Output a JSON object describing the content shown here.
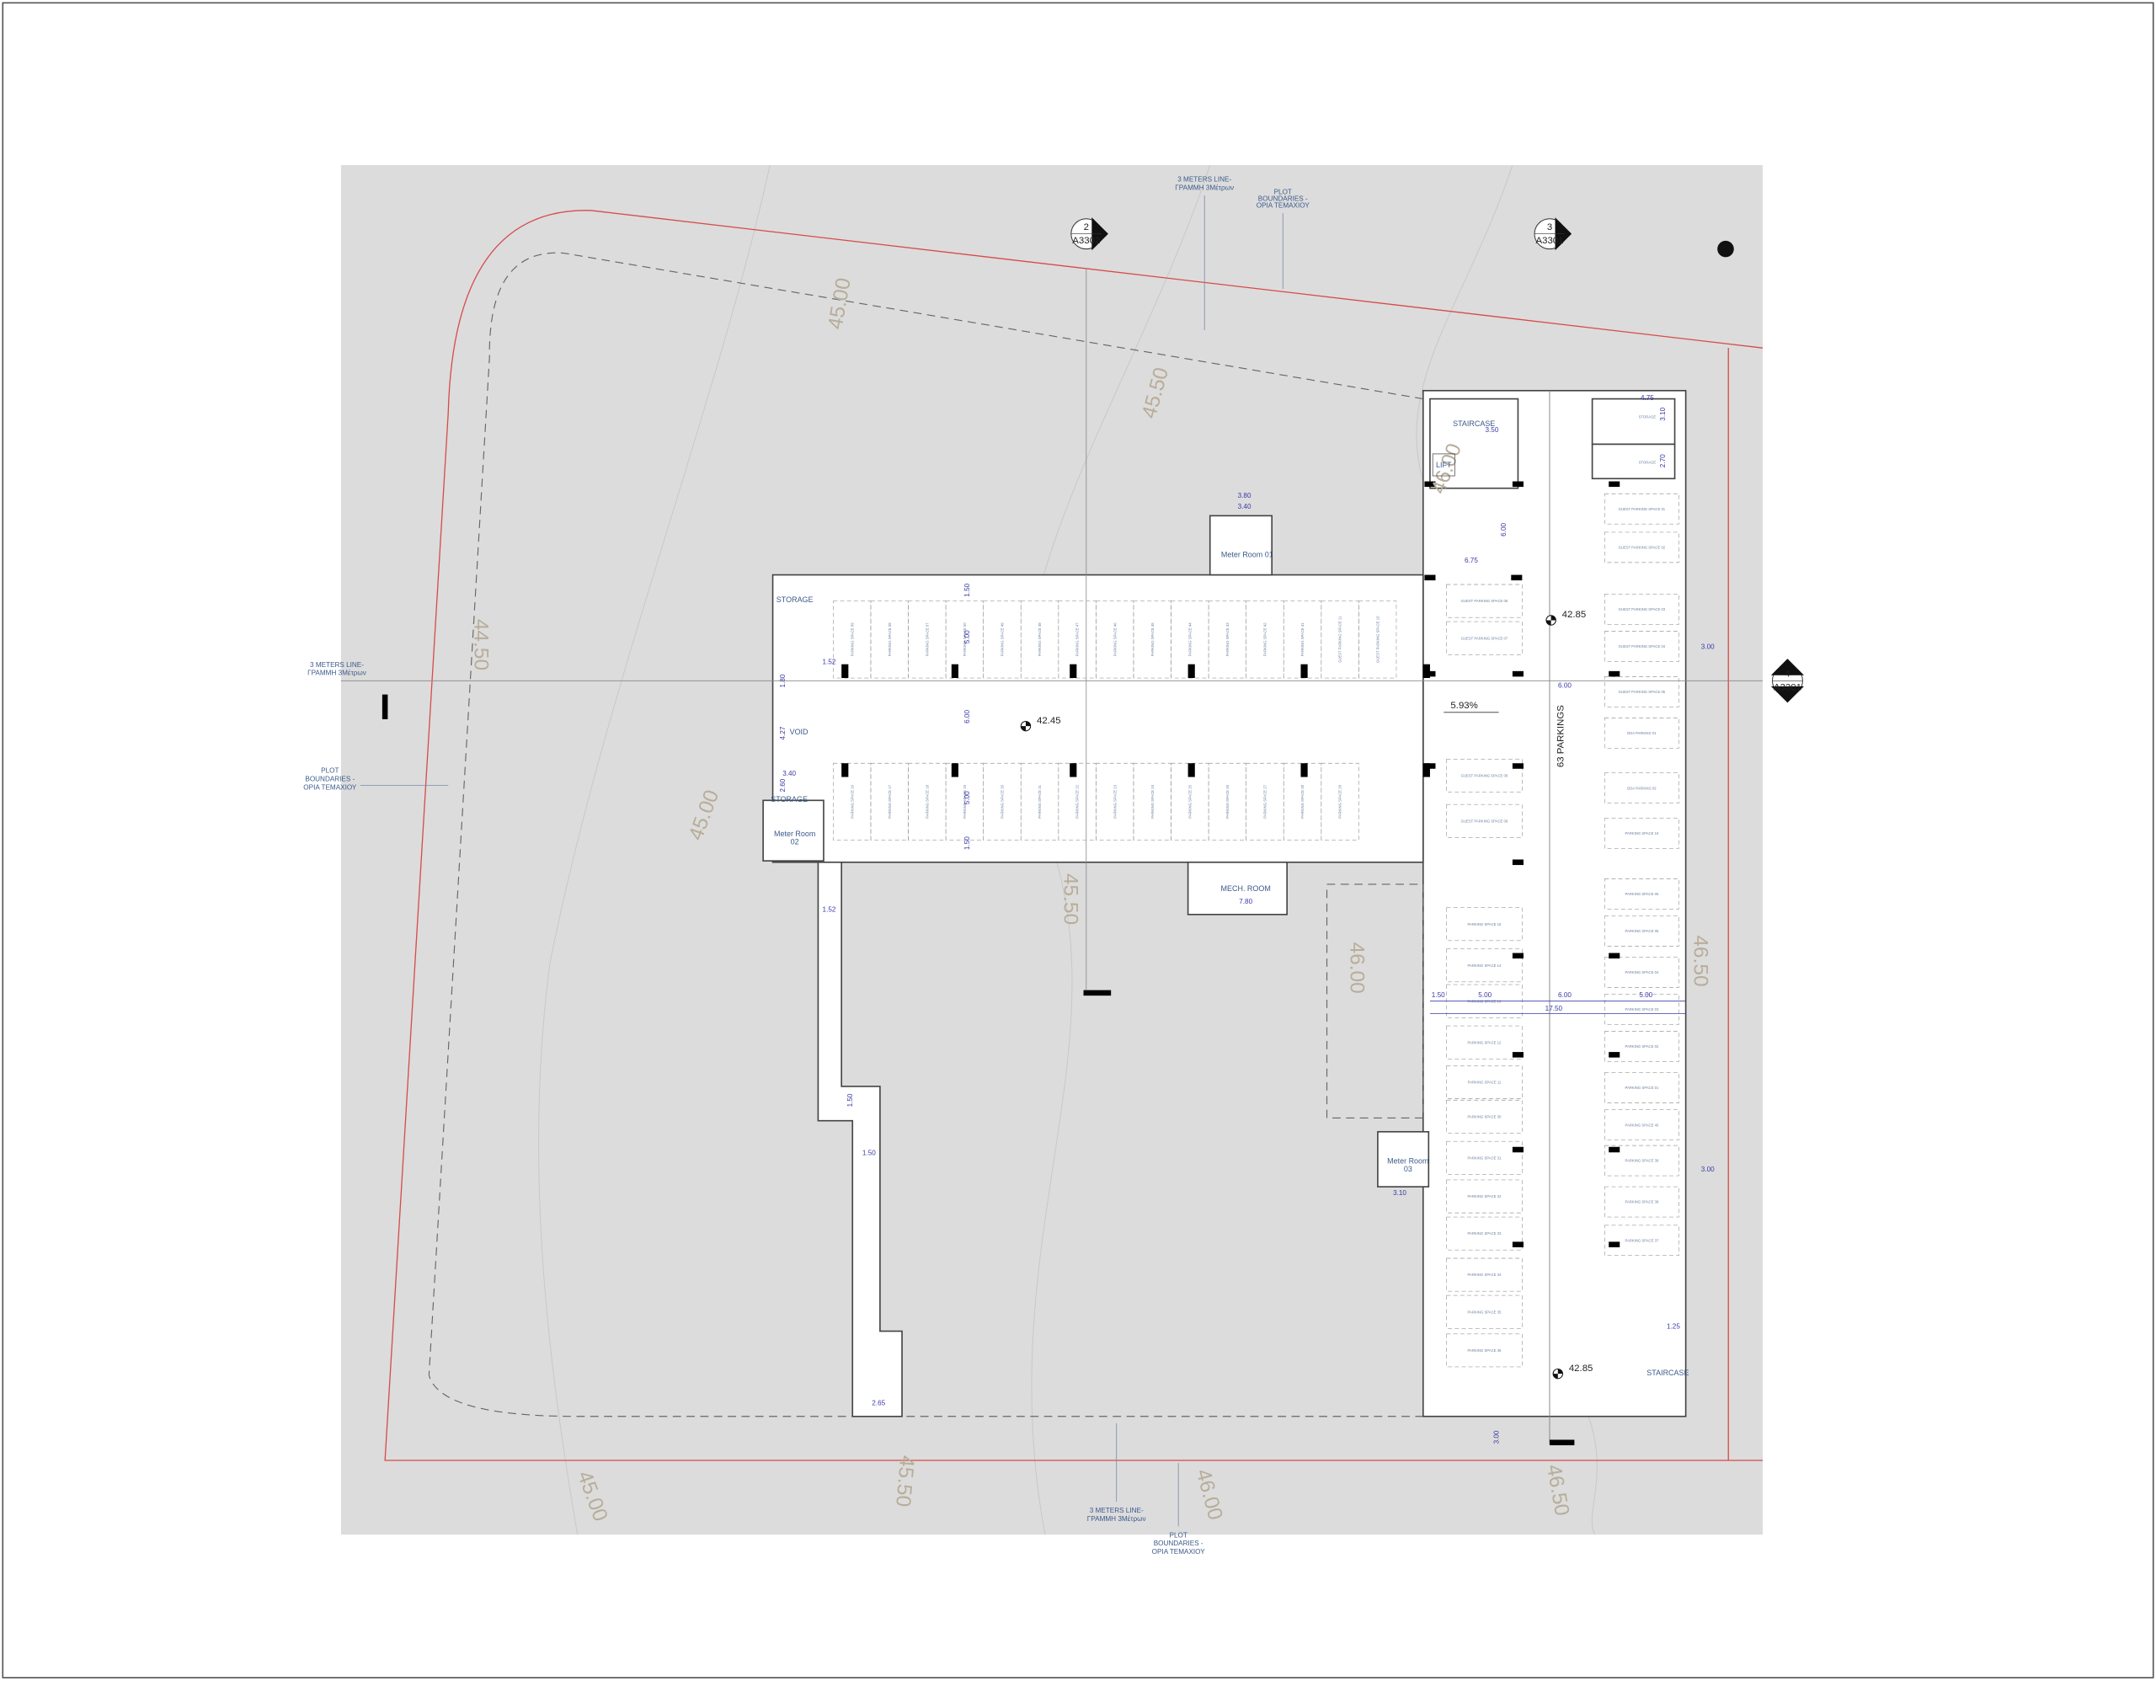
{
  "notes": {
    "three_m_line": [
      "3 METERS  LINE-",
      "ΓΡΑΜΜΗ 3Μέτρων"
    ],
    "plot_boundaries": [
      "PLOT",
      "BOUNDARIES -",
      "ΟΡΙΑ ΤΕΜΑΧΙΟΥ"
    ]
  },
  "section_markers": [
    {
      "num": "2",
      "sheet": "A3302"
    },
    {
      "num": "3",
      "sheet": "A3301"
    },
    {
      "num": "4",
      "sheet": "A3301"
    }
  ],
  "contours": [
    "45.00",
    "45.50",
    "44.50",
    "45.00",
    "45.50",
    "46.00",
    "46.50",
    "45.00",
    "45.50",
    "46.00",
    "46.50",
    "46.00"
  ],
  "rooms": {
    "staircase": "STAIRCASE",
    "lift": "LIFT",
    "storage": "STORAGE",
    "void": "VOID",
    "meter_room_01": "Meter Room 01",
    "meter_room_02": [
      "Meter Room",
      "02"
    ],
    "meter_room_03": [
      "Meter Room",
      "03"
    ],
    "mech_room": "MECH. ROOM",
    "parkings_count": "63 PARKINGS",
    "ramp_slope": "5.93%"
  },
  "levels": [
    "42.45",
    "42.85",
    "42.85"
  ],
  "dimensions": {
    "d_475": "4.75",
    "d_310": "3.10",
    "d_270": "2.70",
    "d_350": "3.50",
    "d_600": "6.00",
    "d_675": "6.75",
    "d_380": "3.80",
    "d_340": "3.40",
    "d_150": "1.50",
    "d_500": "5.00",
    "d_152": "1.52",
    "d_180": "1.80",
    "d_427": "4.27",
    "d_260": "2.60",
    "d_780": "7.80",
    "d_1750": "17.50",
    "d_300": "3.00",
    "d_125": "1.25",
    "d_265": "2.65",
    "d_310b": "3.10"
  },
  "parking": {
    "top_row": [
      "PARKING SPACE 09",
      "PARKING SPACE 08",
      "PARKING SPACE 07",
      "PARKING SPACE 50",
      "PARKING SPACE 49",
      "PARKING SPACE 48",
      "PARKING SPACE 47",
      "PARKING SPACE 46",
      "PARKING SPACE 45",
      "PARKING SPACE 44",
      "PARKING SPACE 43",
      "PARKING SPACE 42",
      "PARKING SPACE 41",
      "GUEST PARKING SPACE 11",
      "GUEST PARKING SPACE 10"
    ],
    "bottom_row": [
      "PARKING SPACE 16",
      "PARKING SPACE 17",
      "PARKING SPACE 18",
      "PARKING SPACE 19",
      "PARKING SPACE 20",
      "PARKING SPACE 21",
      "PARKING SPACE 22",
      "PARKING SPACE 23",
      "PARKING SPACE 24",
      "PARKING SPACE 25",
      "PARKING SPACE 26",
      "PARKING SPACE 27",
      "PARKING SPACE 28",
      "PARKING SPACE 29"
    ],
    "east_left": [
      "GUEST PARKING SPACE 06",
      "GUEST PARKING SPACE 07",
      "GUEST PARKING SPACE 08",
      "GUEST PARKING SPACE 09",
      "PARKING SPACE 15",
      "PARKING SPACE 14",
      "PARKING SPACE 13",
      "PARKING SPACE 12",
      "PARKING SPACE 11",
      "PARKING SPACE 30",
      "PARKING SPACE 31",
      "PARKING SPACE 32",
      "PARKING SPACE 33",
      "PARKING SPACE 34",
      "PARKING SPACE 35",
      "PARKING SPACE 36"
    ],
    "east_right": [
      "GUEST PARKING SPACE 01",
      "GUEST PARKING SPACE 02",
      "GUEST PARKING SPACE 03",
      "GUEST PARKING SPACE 04",
      "GUEST PARKING SPACE 05",
      "DDA PARKING 01",
      "DDA PARKING 02",
      "PARKING SPACE 10",
      "PARKING SPACE 06",
      "PARKING SPACE 05",
      "PARKING SPACE 04",
      "PARKING SPACE 03",
      "PARKING SPACE 02",
      "PARKING SPACE 01",
      "PARKING SPACE 40",
      "PARKING SPACE 39",
      "PARKING SPACE 38",
      "PARKING SPACE 37"
    ]
  },
  "colors": {
    "plot_boundary": "#d84a4a",
    "dimension": "#3a3aa8",
    "site": "#dcdcdc"
  }
}
